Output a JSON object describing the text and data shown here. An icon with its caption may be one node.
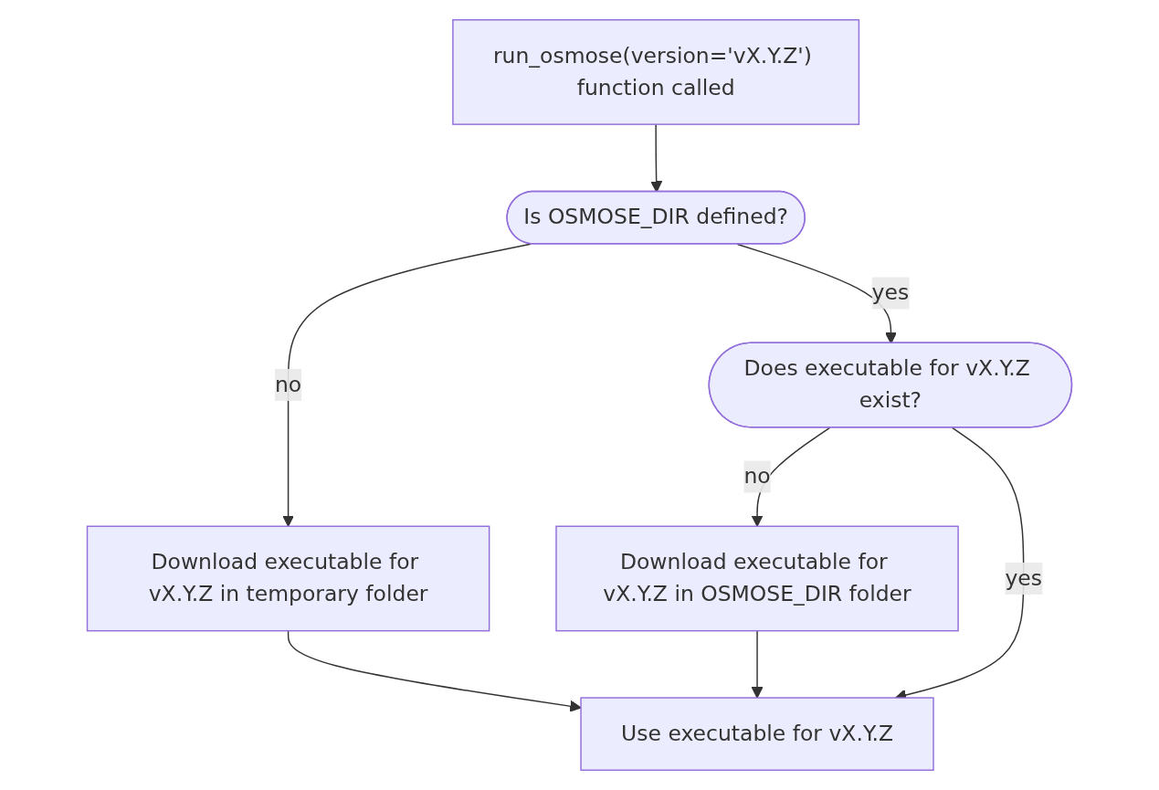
{
  "diagram": {
    "nodes": [
      {
        "text": [
          "run_osmose(version='vX.Y.Z') function called"
        ]
      },
      {
        "text": [
          "Is OSMOSE_DIR defined?"
        ]
      },
      {
        "text": [
          "Does executable for vX.Y.Z exist?"
        ]
      },
      {
        "text": [
          "Download executable for vX.Y.Z in temporary folder"
        ]
      },
      {
        "text": [
          "Download executable for vX.Y.Z in OSMOSE_DIR folder"
        ]
      },
      {
        "text": [
          "Use executable for vX.Y.Z"
        ]
      }
    ],
    "edges": [
      {
        "from": 0,
        "to": 1,
        "arrow": "to"
      },
      {
        "from": 1,
        "to": 3,
        "arrow": "to",
        "label": "no"
      },
      {
        "from": 1,
        "to": 2,
        "arrow": "to",
        "label": "yes"
      },
      {
        "from": 2,
        "to": 4,
        "arrow": "to",
        "label": "no"
      },
      {
        "from": 2,
        "to": 5,
        "arrow": "to",
        "label": "yes"
      },
      {
        "from": 3,
        "to": 5,
        "arrow": "to"
      },
      {
        "from": 4,
        "to": 5,
        "arrow": "to"
      }
    ]
  }
}
